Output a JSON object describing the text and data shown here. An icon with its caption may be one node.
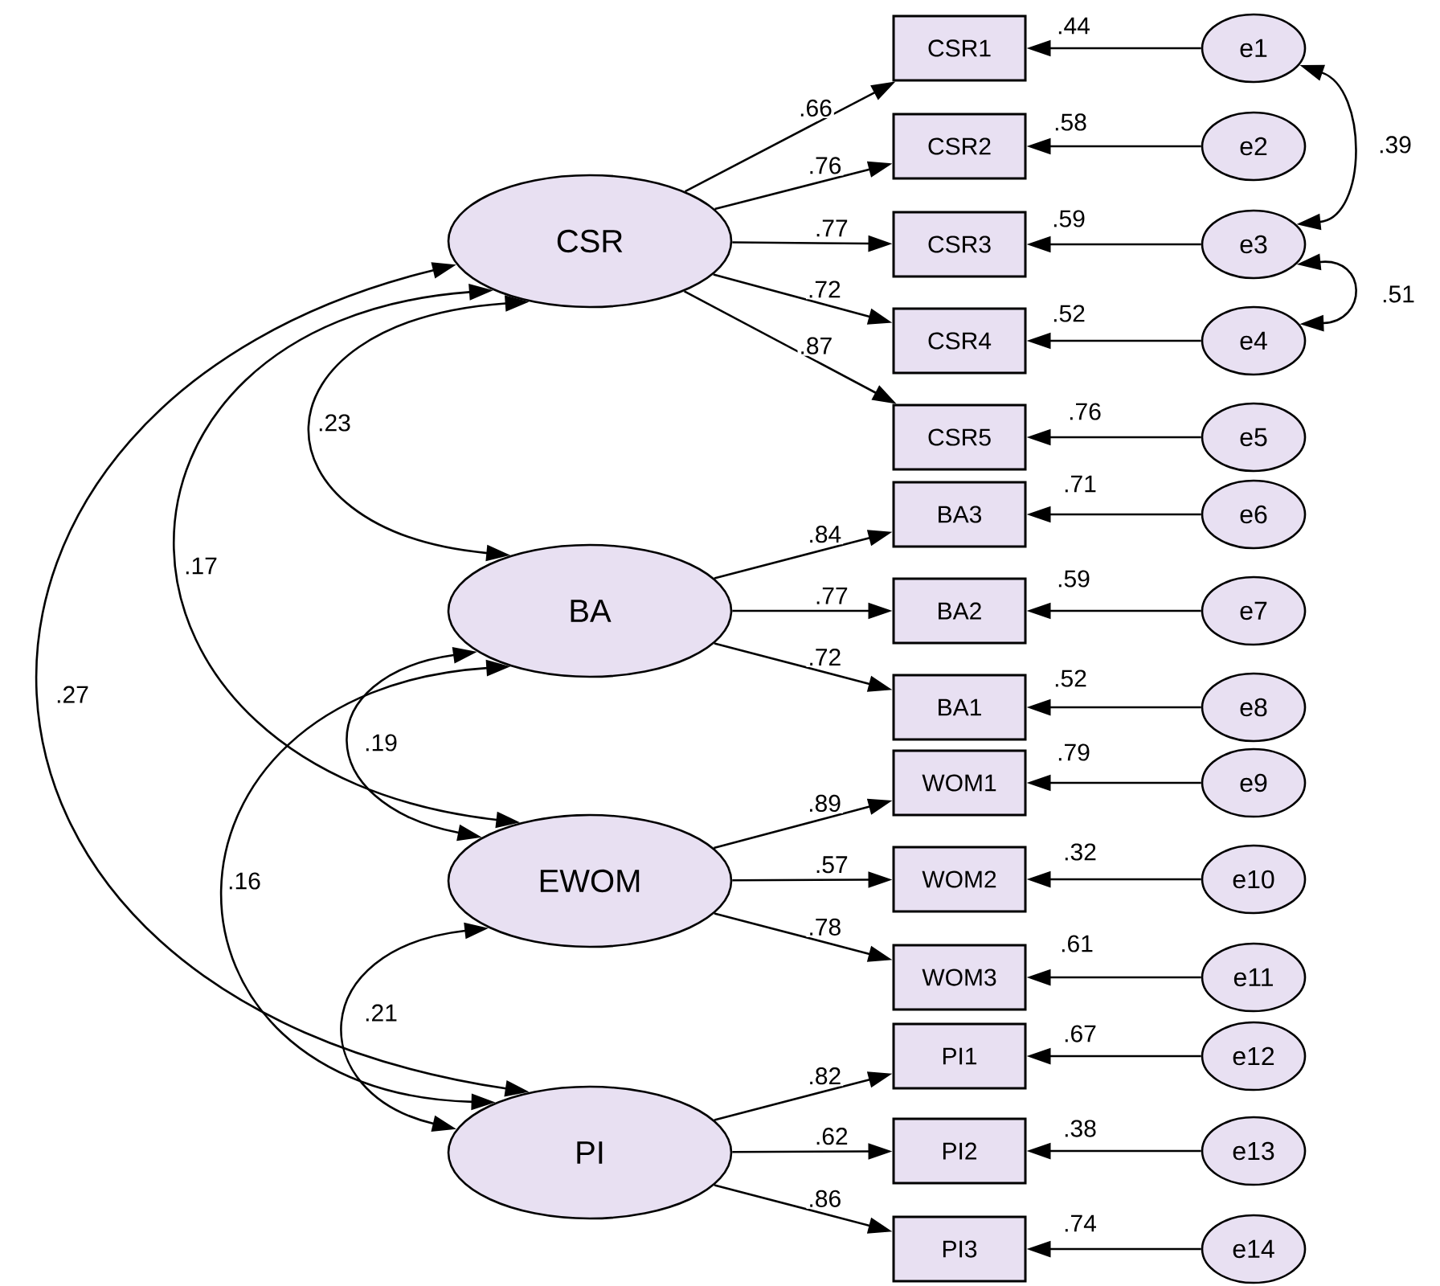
{
  "diagram": {
    "nodes": [
      {
        "text": [
          "CSR"
        ]
      },
      {
        "text": [
          "BA"
        ]
      },
      {
        "text": [
          "EWOM"
        ]
      },
      {
        "text": [
          "PI"
        ]
      },
      {
        "text": [
          "CSR1"
        ],
        "beside": [
          ".44"
        ]
      },
      {
        "text": [
          "CSR2"
        ],
        "beside": [
          ".58"
        ]
      },
      {
        "text": [
          "CSR3"
        ],
        "beside": [
          ".59"
        ]
      },
      {
        "text": [
          "CSR4"
        ],
        "beside": [
          ".52"
        ]
      },
      {
        "text": [
          "CSR5"
        ],
        "beside": [
          ".76"
        ]
      },
      {
        "text": [
          "BA3"
        ],
        "beside": [
          ".71"
        ]
      },
      {
        "text": [
          "BA2"
        ],
        "beside": [
          ".59"
        ]
      },
      {
        "text": [
          "BA1"
        ],
        "beside": [
          ".52"
        ]
      },
      {
        "text": [
          "WOM1"
        ],
        "beside": [
          ".79"
        ]
      },
      {
        "text": [
          "WOM2"
        ],
        "beside": [
          ".32"
        ]
      },
      {
        "text": [
          "WOM3"
        ],
        "beside": [
          ".61"
        ]
      },
      {
        "text": [
          "PI1"
        ],
        "beside": [
          ".67"
        ]
      },
      {
        "text": [
          "PI2"
        ],
        "beside": [
          ".38"
        ]
      },
      {
        "text": [
          "PI3"
        ],
        "beside": [
          ".74"
        ]
      },
      {
        "text": [
          "e1"
        ]
      },
      {
        "text": [
          "e2"
        ]
      },
      {
        "text": [
          "e3"
        ]
      },
      {
        "text": [
          "e4"
        ]
      },
      {
        "text": [
          "e5"
        ]
      },
      {
        "text": [
          "e6"
        ]
      },
      {
        "text": [
          "e7"
        ]
      },
      {
        "text": [
          "e8"
        ]
      },
      {
        "text": [
          "e9"
        ]
      },
      {
        "text": [
          "e10"
        ]
      },
      {
        "text": [
          "e11"
        ]
      },
      {
        "text": [
          "e12"
        ]
      },
      {
        "text": [
          "e13"
        ]
      },
      {
        "text": [
          "e14"
        ]
      }
    ],
    "edges": [
      {
        "from": 0,
        "to": 4,
        "arrow": "to",
        "label": ".66"
      },
      {
        "from": 0,
        "to": 5,
        "arrow": "to",
        "label": ".76"
      },
      {
        "from": 0,
        "to": 6,
        "arrow": "to",
        "label": ".77"
      },
      {
        "from": 0,
        "to": 7,
        "arrow": "to",
        "label": ".72"
      },
      {
        "from": 0,
        "to": 8,
        "arrow": "to",
        "label": ".87"
      },
      {
        "from": 1,
        "to": 9,
        "arrow": "to",
        "label": ".84"
      },
      {
        "from": 1,
        "to": 10,
        "arrow": "to",
        "label": ".77"
      },
      {
        "from": 1,
        "to": 11,
        "arrow": "to",
        "label": ".72"
      },
      {
        "from": 2,
        "to": 12,
        "arrow": "to",
        "label": ".89"
      },
      {
        "from": 2,
        "to": 13,
        "arrow": "to",
        "label": ".57"
      },
      {
        "from": 2,
        "to": 14,
        "arrow": "to",
        "label": ".78"
      },
      {
        "from": 3,
        "to": 15,
        "arrow": "to",
        "label": ".82"
      },
      {
        "from": 3,
        "to": 16,
        "arrow": "to",
        "label": ".62"
      },
      {
        "from": 3,
        "to": 17,
        "arrow": "to",
        "label": ".86"
      },
      {
        "from": 18,
        "to": 4,
        "arrow": "to"
      },
      {
        "from": 19,
        "to": 5,
        "arrow": "to"
      },
      {
        "from": 20,
        "to": 6,
        "arrow": "to"
      },
      {
        "from": 21,
        "to": 7,
        "arrow": "to"
      },
      {
        "from": 22,
        "to": 8,
        "arrow": "to"
      },
      {
        "from": 23,
        "to": 9,
        "arrow": "to"
      },
      {
        "from": 24,
        "to": 10,
        "arrow": "to"
      },
      {
        "from": 25,
        "to": 11,
        "arrow": "to"
      },
      {
        "from": 26,
        "to": 12,
        "arrow": "to"
      },
      {
        "from": 27,
        "to": 13,
        "arrow": "to"
      },
      {
        "from": 28,
        "to": 14,
        "arrow": "to"
      },
      {
        "from": 29,
        "to": 15,
        "arrow": "to"
      },
      {
        "from": 30,
        "to": 16,
        "arrow": "to"
      },
      {
        "from": 31,
        "to": 17,
        "arrow": "to"
      },
      {
        "from": 0,
        "to": 1,
        "arrow": "both",
        "label": ".23"
      },
      {
        "from": 0,
        "to": 2,
        "arrow": "both",
        "label": ".17"
      },
      {
        "from": 0,
        "to": 3,
        "arrow": "both",
        "label": ".27"
      },
      {
        "from": 1,
        "to": 2,
        "arrow": "both",
        "label": ".19"
      },
      {
        "from": 1,
        "to": 3,
        "arrow": "both",
        "label": ".16"
      },
      {
        "from": 2,
        "to": 3,
        "arrow": "both",
        "label": ".21"
      },
      {
        "from": 18,
        "to": 20,
        "arrow": "both",
        "label": ".39"
      },
      {
        "from": 20,
        "to": 21,
        "arrow": "both",
        "label": ".51"
      }
    ]
  }
}
